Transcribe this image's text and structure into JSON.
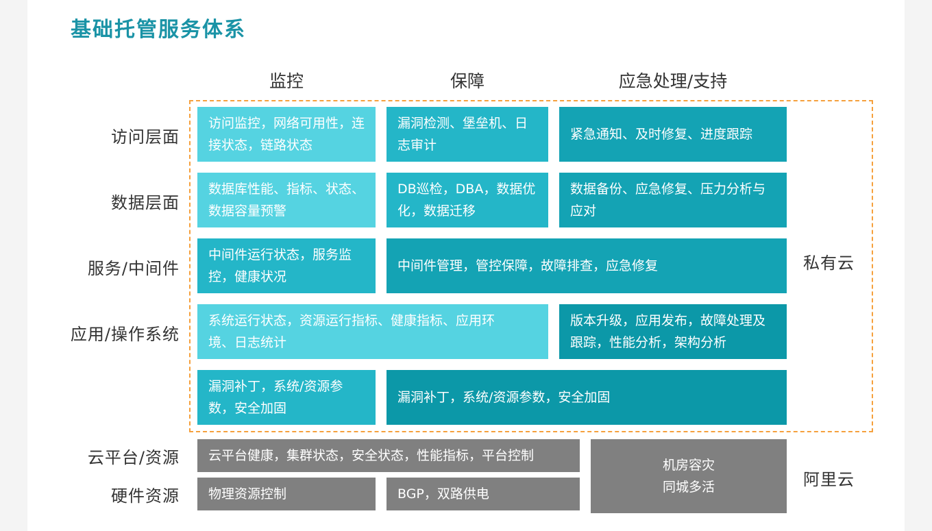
{
  "title": "基础托管服务体系",
  "columns": [
    "监控",
    "保障",
    "应急处理/支持"
  ],
  "rows": [
    "访问层面",
    "数据层面",
    "服务/中间件",
    "应用/操作系统",
    "云平台/资源",
    "硬件资源"
  ],
  "side_labels": {
    "private": "私有云",
    "aliyun": "阿里云"
  },
  "cells": {
    "r1_monitor": "访问监控，网络可用性，连接状态，链路状态",
    "r1_guarantee": "漏洞检测、堡垒机、日志审计",
    "r1_emergency": "紧急通知、及时修复、进度跟踪",
    "r2_monitor": "数据库性能、指标、状态、数据容量预警",
    "r2_guarantee": "DB巡检，DBA，数据优化，数据迁移",
    "r2_emergency": "数据备份、应急修复、压力分析与应对",
    "r3_monitor": "中间件运行状态，服务监控，健康状况",
    "r3_span": "中间件管理，管控保障，故障排查，应急修复",
    "r4_span": "系统运行状态，资源运行指标、健康指标、应用环境、日志统计",
    "r4_emergency": "版本升级，应用发布，故障处理及跟踪，性能分析，架构分析",
    "r5_monitor": "漏洞补丁，系统/资源参数，安全加固",
    "r5_span": "漏洞补丁，系统/资源参数，安全加固",
    "cloud_span": "云平台健康，集群状态，安全状态，性能指标，平台控制",
    "hw_monitor": "物理资源控制",
    "hw_guarantee": "BGP，双路供电",
    "dr": "机房容灾\n同城多活"
  },
  "colors": {
    "title": "#1a93a6",
    "dashed_border": "#f5a03c",
    "cell_light": "#55d3e1",
    "cell_mid": "#24b6c8",
    "cell_teal": "#14a3b4",
    "cell_dark": "#0c98a8",
    "cell_gray": "#808080"
  }
}
